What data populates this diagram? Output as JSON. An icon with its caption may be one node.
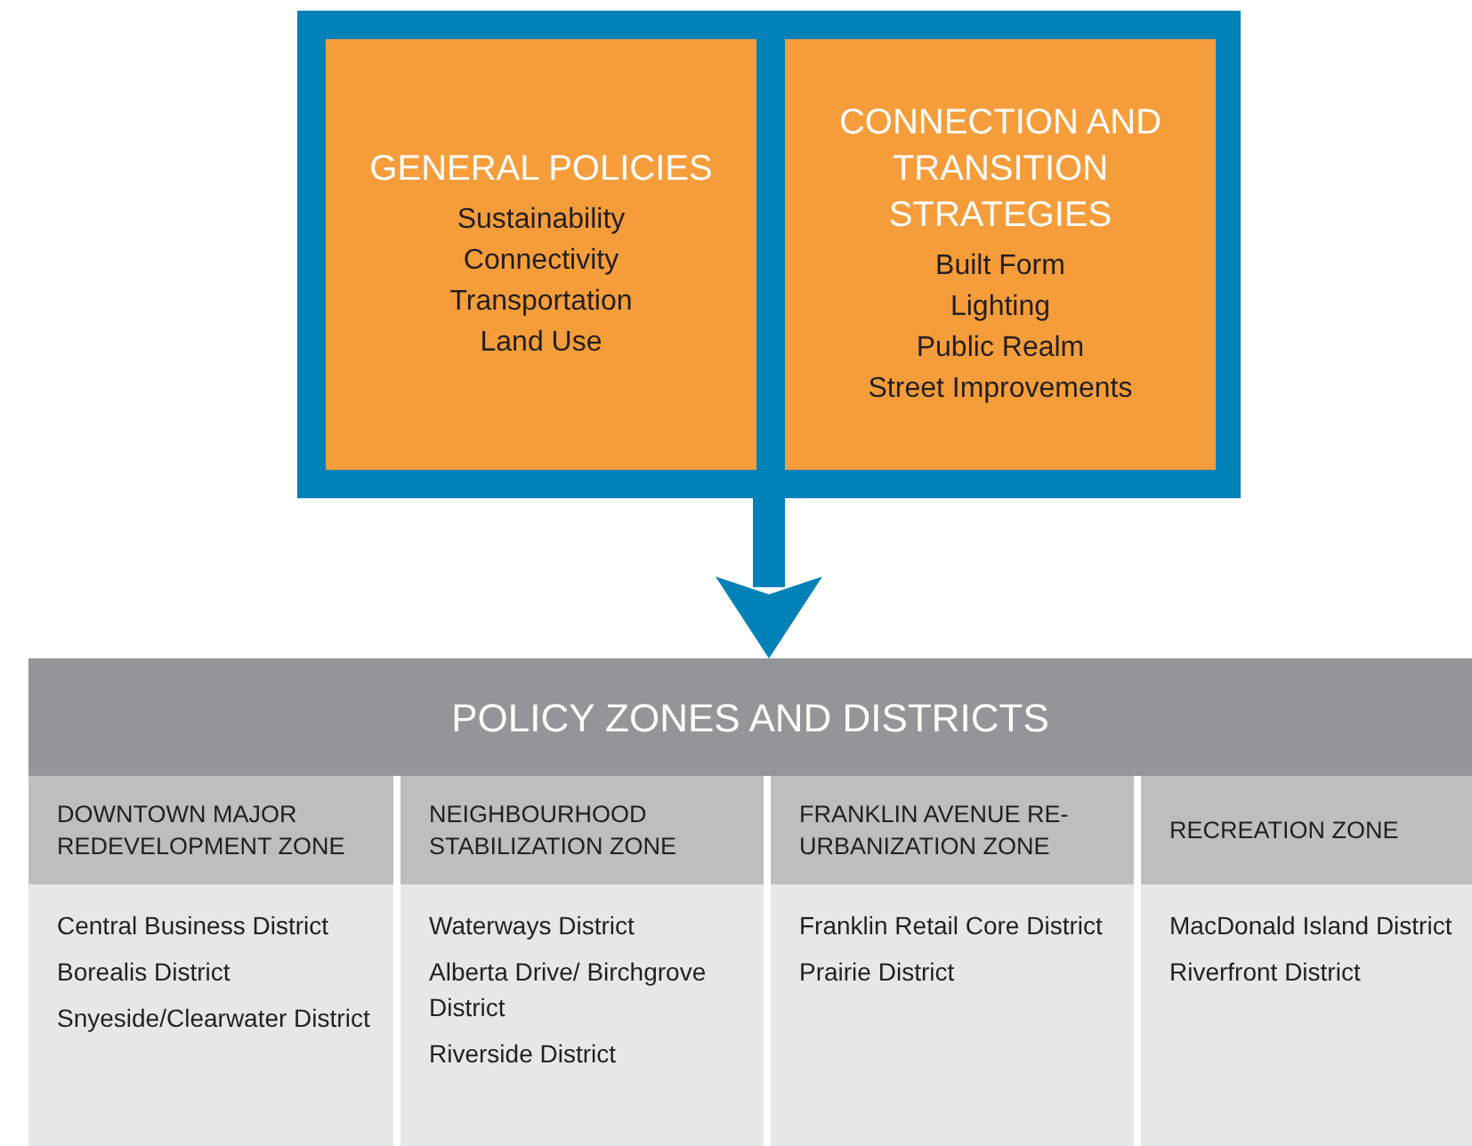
{
  "diagram": {
    "nodes": [
      {
        "text": [],
        "shape": "box"
      },
      {
        "text": [
          "GENERAL POLICIES",
          "Sustainability",
          "Connectivity",
          "Transportation",
          "Land Use"
        ],
        "in": 0
      },
      {
        "text": [
          "CONNECTION AND TRANSITION STRATEGIES",
          "Built Form",
          "Lighting",
          "Public Realm",
          "Street Improvements"
        ],
        "in": 0
      },
      {
        "text": [
          "POLICY ZONES AND DISTRICTS"
        ]
      },
      {
        "text": [
          "DOWNTOWN MAJOR REDEVELOPMENT ZONE",
          "Central Business District",
          "Borealis District",
          "Snyeside/Clearwater District"
        ],
        "in": 3
      },
      {
        "text": [
          "NEIGHBOURHOOD STABILIZATION ZONE",
          "Waterways District",
          "Alberta Drive/ Birchgrove District",
          "Riverside District"
        ],
        "in": 3
      },
      {
        "text": [
          "FRANKLIN AVENUE RE-URBANIZATION ZONE",
          "Franklin Retail Core District",
          "Prairie District"
        ],
        "in": 3
      },
      {
        "text": [
          "RECREATION ZONE",
          "MacDonald Island District",
          "Riverfront District"
        ],
        "in": 3
      }
    ],
    "edges": [
      {
        "from": 0,
        "to": 3,
        "arrow": "to"
      }
    ]
  }
}
